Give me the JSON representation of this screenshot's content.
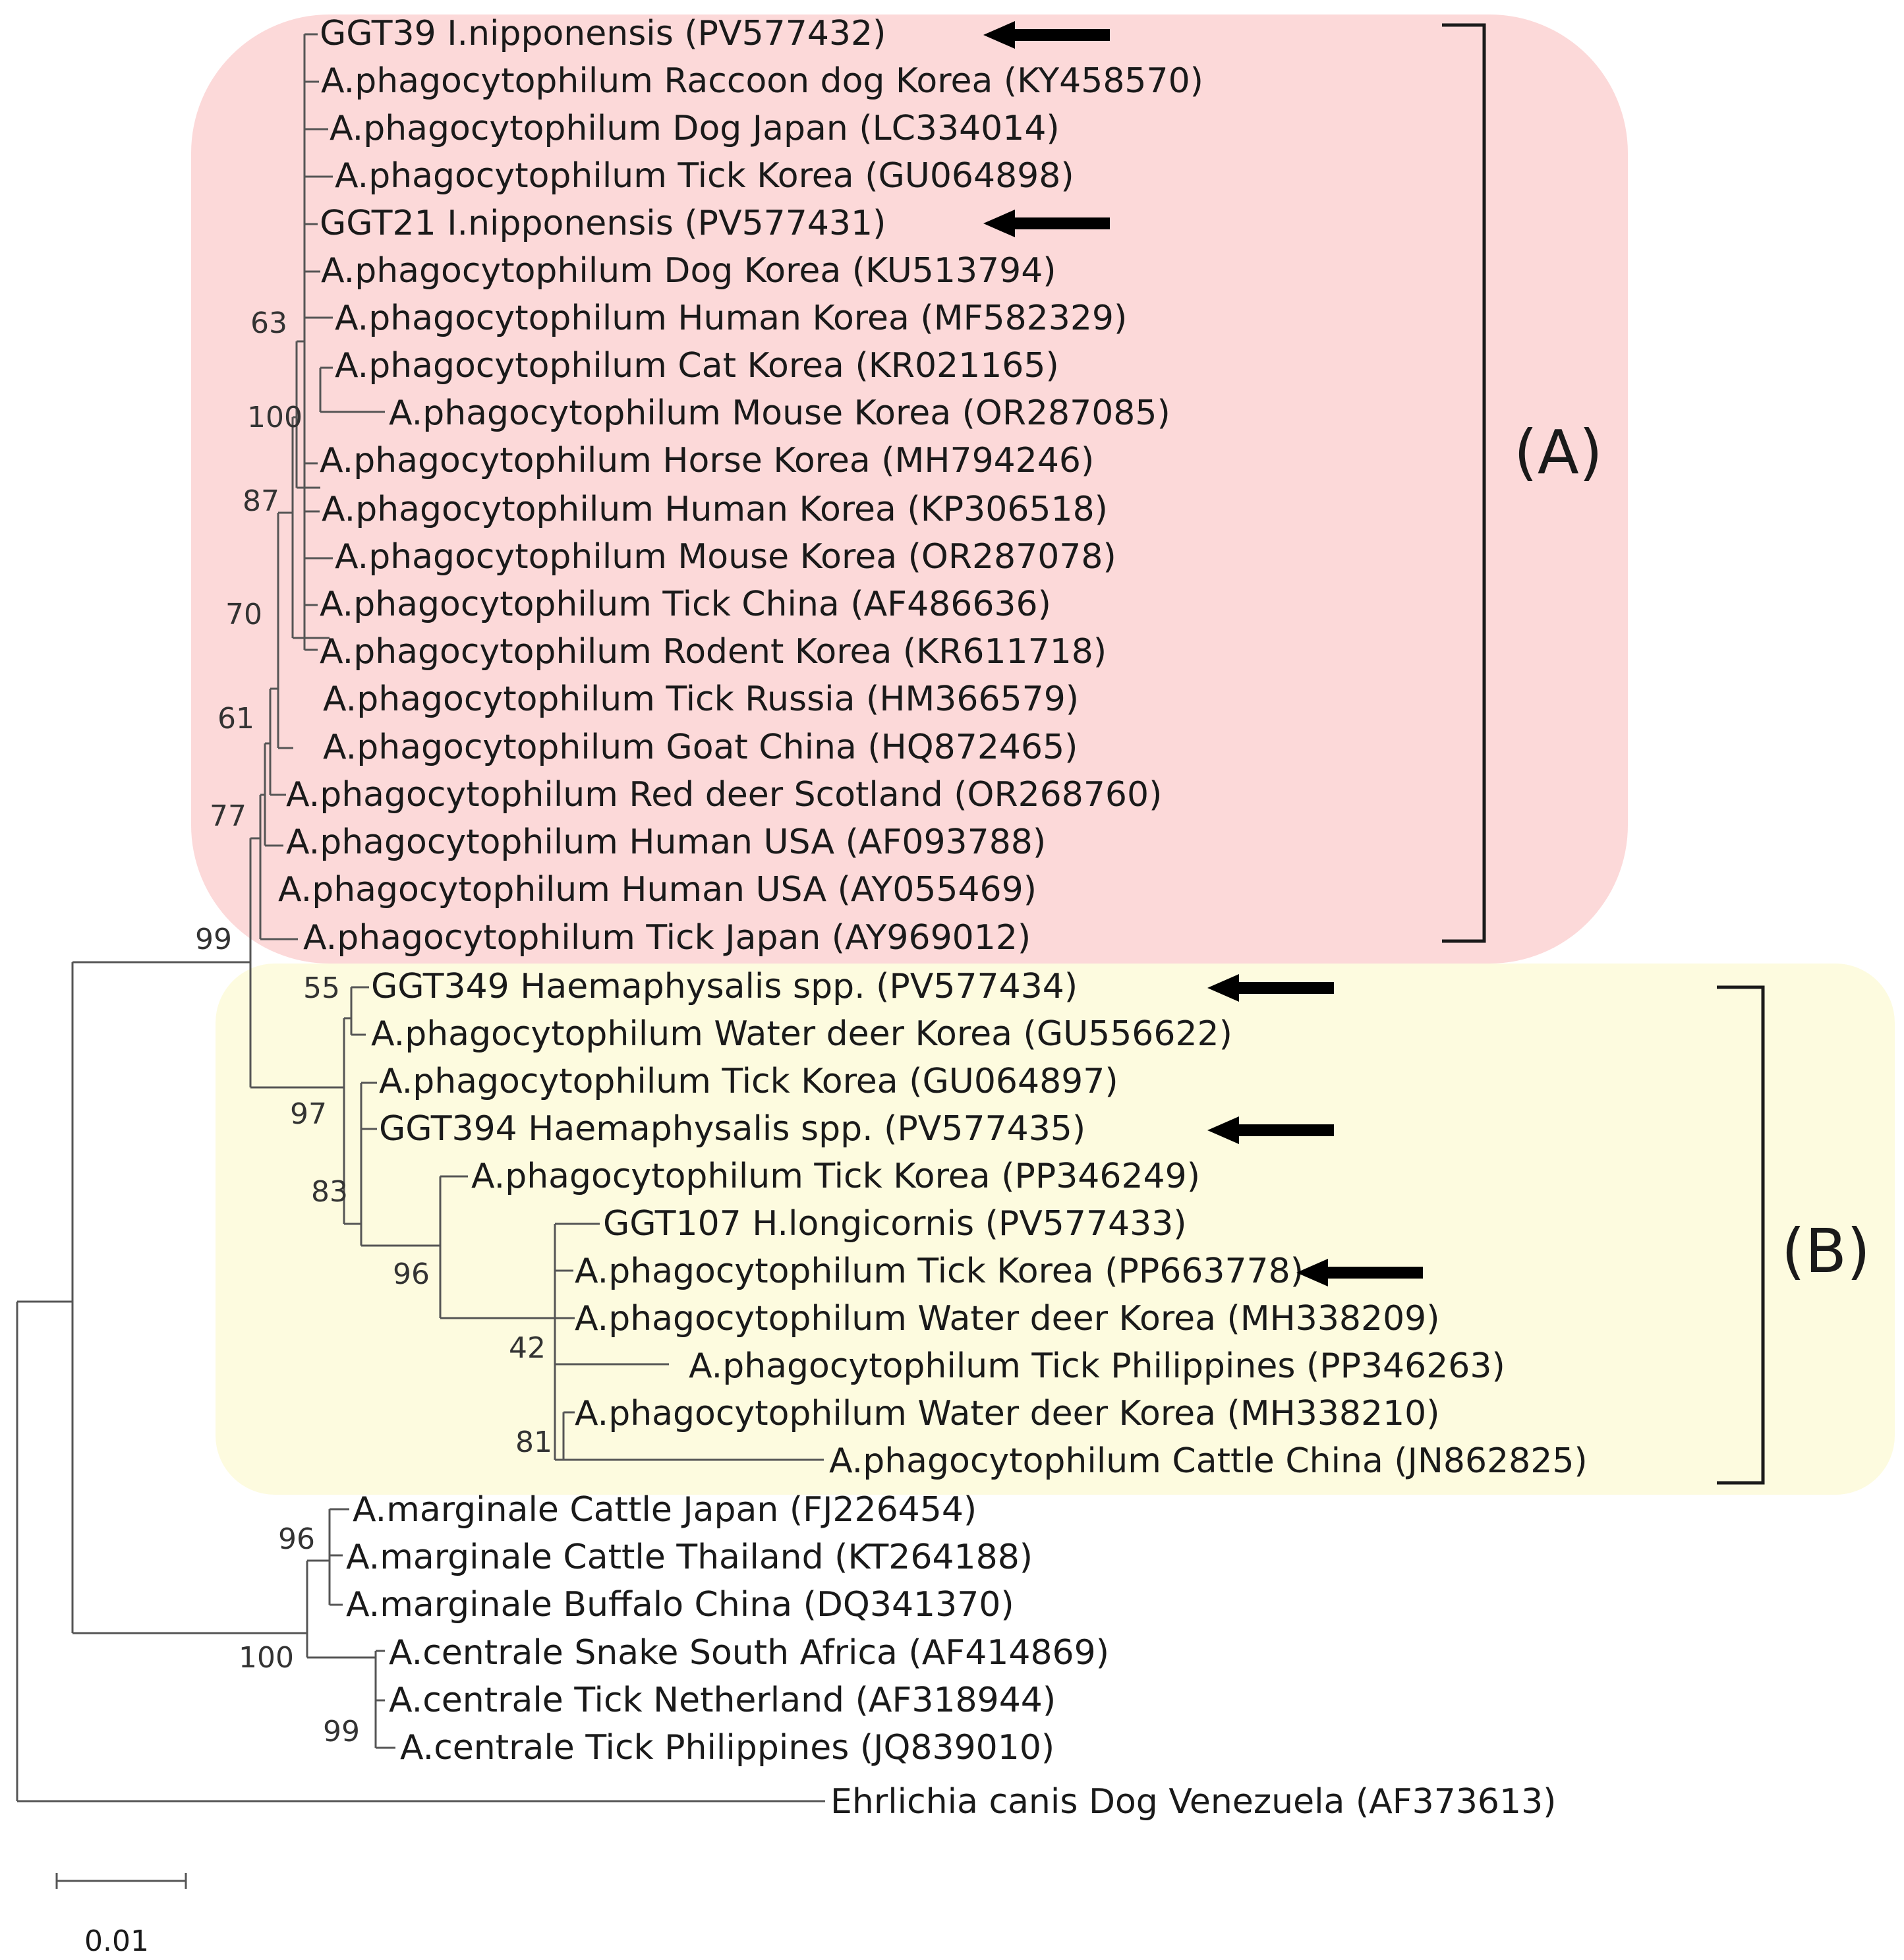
{
  "colors": {
    "clade_a_bg": "#fcd9d9",
    "clade_b_bg": "#fdfbdf",
    "branch": "#555555",
    "arrow": "#000000",
    "text": "#1a1a1a"
  },
  "taxa": [
    {
      "id": "t1",
      "label": "GGT39 I.nipponensis (PV577432)",
      "highlight": true
    },
    {
      "id": "t2",
      "label": "A.phagocytophilum Raccoon dog Korea (KY458570)"
    },
    {
      "id": "t3",
      "label": "A.phagocytophilum Dog Japan (LC334014)"
    },
    {
      "id": "t4",
      "label": "A.phagocytophilum Tick Korea (GU064898)"
    },
    {
      "id": "t5",
      "label": "GGT21 I.nipponensis (PV577431)",
      "highlight": true
    },
    {
      "id": "t6",
      "label": "A.phagocytophilum Dog Korea (KU513794)"
    },
    {
      "id": "t7",
      "label": "A.phagocytophilum Human Korea (MF582329)"
    },
    {
      "id": "t8",
      "label": "A.phagocytophilum Cat Korea (KR021165)"
    },
    {
      "id": "t9",
      "label": "A.phagocytophilum Mouse Korea (OR287085)"
    },
    {
      "id": "t10",
      "label": "A.phagocytophilum Horse Korea (MH794246)"
    },
    {
      "id": "t11",
      "label": "A.phagocytophilum Human Korea (KP306518)"
    },
    {
      "id": "t12",
      "label": "A.phagocytophilum Mouse Korea (OR287078)"
    },
    {
      "id": "t13",
      "label": "A.phagocytophilum Tick China (AF486636)"
    },
    {
      "id": "t14",
      "label": "A.phagocytophilum Rodent Korea (KR611718)"
    },
    {
      "id": "t15",
      "label": "A.phagocytophilum Tick Russia (HM366579)"
    },
    {
      "id": "t16",
      "label": "A.phagocytophilum Goat China (HQ872465)"
    },
    {
      "id": "t17",
      "label": "A.phagocytophilum Red deer Scotland (OR268760)"
    },
    {
      "id": "t18",
      "label": "A.phagocytophilum Human USA (AF093788)"
    },
    {
      "id": "t19",
      "label": "A.phagocytophilum Human USA (AY055469)"
    },
    {
      "id": "t20",
      "label": "A.phagocytophilum Tick Japan (AY969012)"
    },
    {
      "id": "t21",
      "label": "GGT349 Haemaphysalis spp. (PV577434)",
      "highlight": true
    },
    {
      "id": "t22",
      "label": "A.phagocytophilum Water deer Korea (GU556622)"
    },
    {
      "id": "t23",
      "label": "A.phagocytophilum Tick Korea (GU064897)"
    },
    {
      "id": "t24",
      "label": "GGT394 Haemaphysalis spp. (PV577435)",
      "highlight": true
    },
    {
      "id": "t25",
      "label": "A.phagocytophilum Tick Korea (PP346249)"
    },
    {
      "id": "t26",
      "label": "GGT107 H.longicornis (PV577433)",
      "highlight": true
    },
    {
      "id": "t27",
      "label": "A.phagocytophilum Tick Korea (PP663778)"
    },
    {
      "id": "t28",
      "label": "A.phagocytophilum Water deer Korea (MH338209)"
    },
    {
      "id": "t29",
      "label": "A.phagocytophilum Tick Philippines (PP346263)"
    },
    {
      "id": "t30",
      "label": "A.phagocytophilum Water deer Korea (MH338210)"
    },
    {
      "id": "t31",
      "label": "A.phagocytophilum Cattle China (JN862825)"
    },
    {
      "id": "t32",
      "label": "A.marginale Cattle Japan (FJ226454)"
    },
    {
      "id": "t33",
      "label": "A.marginale Cattle Thailand (KT264188)"
    },
    {
      "id": "t34",
      "label": "A.marginale Buffalo China (DQ341370)"
    },
    {
      "id": "t35",
      "label": "A.centrale Snake South Africa (AF414869)"
    },
    {
      "id": "t36",
      "label": "A.centrale Tick Netherland (AF318944)"
    },
    {
      "id": "t37",
      "label": "A.centrale Tick Philippines (JQ839010)"
    },
    {
      "id": "t38",
      "label": "Ehrlichia canis Dog Venezuela (AF373613)"
    }
  ],
  "bootstrap": [
    {
      "id": "b63",
      "value": "63"
    },
    {
      "id": "b100a",
      "value": "100"
    },
    {
      "id": "b87",
      "value": "87"
    },
    {
      "id": "b70",
      "value": "70"
    },
    {
      "id": "b61",
      "value": "61"
    },
    {
      "id": "b77",
      "value": "77"
    },
    {
      "id": "b99a",
      "value": "99"
    },
    {
      "id": "b55",
      "value": "55"
    },
    {
      "id": "b97",
      "value": "97"
    },
    {
      "id": "b83",
      "value": "83"
    },
    {
      "id": "b96a",
      "value": "96"
    },
    {
      "id": "b42",
      "value": "42"
    },
    {
      "id": "b81",
      "value": "81"
    },
    {
      "id": "b96b",
      "value": "96"
    },
    {
      "id": "b100b",
      "value": "100"
    },
    {
      "id": "b99b",
      "value": "99"
    }
  ],
  "clades": {
    "a_label": "(A)",
    "b_label": "(B)"
  },
  "scale_bar": {
    "label": "0.01"
  }
}
